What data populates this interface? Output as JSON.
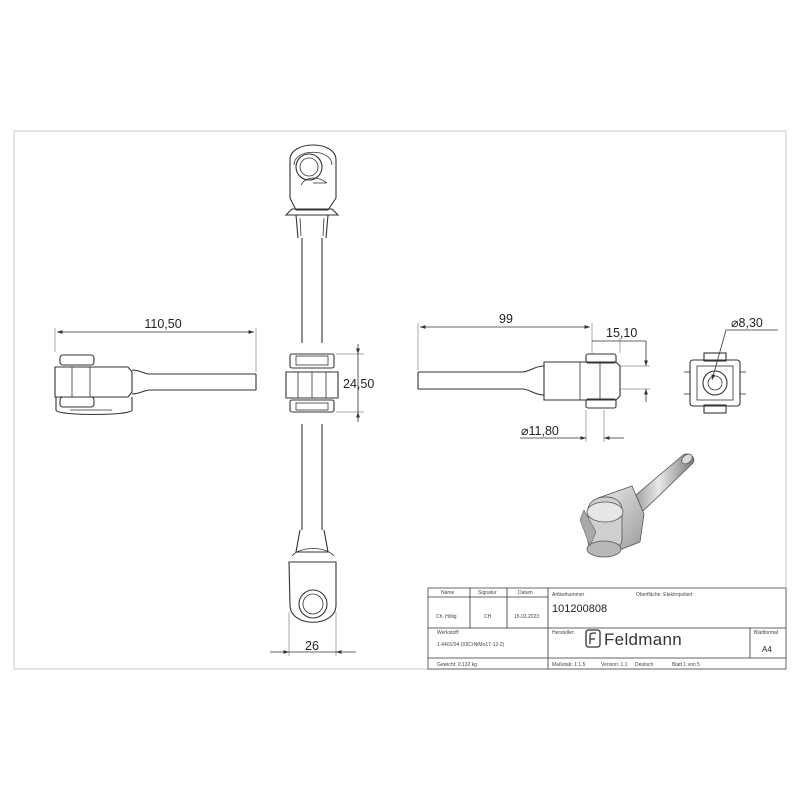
{
  "dimensions": {
    "side_length": "110,50",
    "center_height": "24,50",
    "bottom_width": "26",
    "right_length": "99",
    "right_offset": "15,10",
    "right_diameter": "⌀11,80",
    "end_diameter": "⌀8,30"
  },
  "title_block": {
    "name_label": "Name",
    "signatur_label": "Signatur",
    "datum_label": "Datum",
    "artikelnummer_label": "Artikelnummer",
    "oberflaeche": "Oberfläche:  Elektropoliert",
    "name_value": "Ch. Hölig",
    "signatur_value": "CH",
    "datum_value": "15.03.2023",
    "artikelnummer_value": "101200808",
    "werkstoff_label": "Werkstoff:",
    "werkstoff_value": "1.4401/04 (X5CrNiMo17-12-2)",
    "hersteller_label": "Hersteller:",
    "brand": "Feldmann",
    "blattformat_label": "Blattformat",
    "blattformat_value": "A4",
    "gewicht": "Gewicht: 0.132 kg",
    "massstab": "Maßstab: 1:1.5",
    "version": "Version: 1.1",
    "sprache": "Deutsch",
    "blatt": "Blatt 1 von 5"
  }
}
